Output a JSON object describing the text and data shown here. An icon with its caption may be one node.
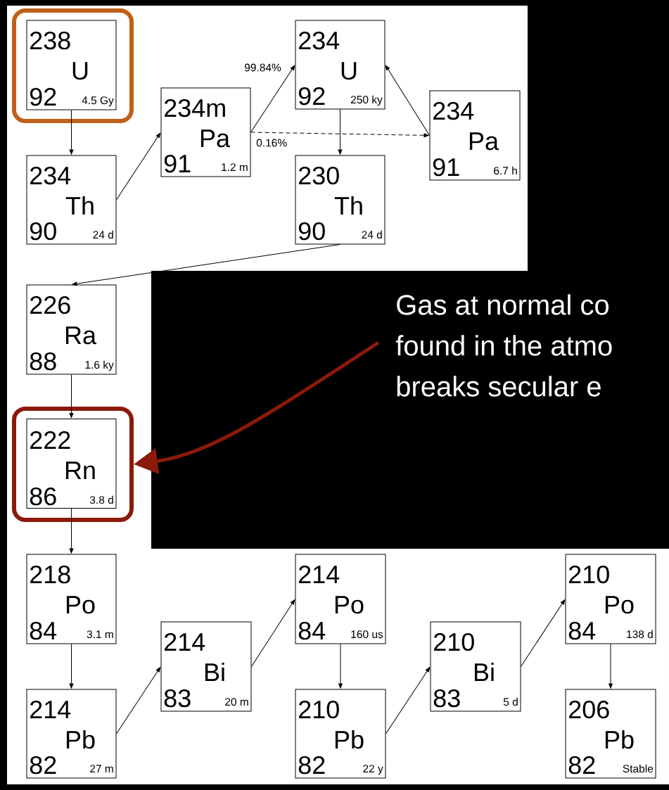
{
  "diagram": {
    "nodes": [
      {
        "text": [],
        "shape": "box"
      },
      {
        "text": [
          "238",
          "U",
          "92",
          "4.5 Gy"
        ],
        "in": 0
      },
      {
        "text": [
          "234",
          "Th",
          "90",
          "24 d"
        ]
      },
      {
        "text": [
          "234m",
          "Pa",
          "91",
          "1.2 m"
        ]
      },
      {
        "text": [
          "234",
          "U",
          "92",
          "250 ky"
        ]
      },
      {
        "text": [
          "234",
          "Pa",
          "91",
          "6.7 h"
        ]
      },
      {
        "text": [
          "230",
          "Th",
          "90",
          "24 d"
        ]
      },
      {
        "text": [
          "226",
          "Ra",
          "88",
          "1.6 ky"
        ]
      },
      {
        "text": [],
        "shape": "box"
      },
      {
        "text": [
          "222",
          "Rn",
          "86",
          "3.8 d"
        ],
        "in": 8
      },
      {
        "text": [
          "218",
          "Po",
          "84",
          "3.1 m"
        ]
      },
      {
        "text": [
          "214",
          "Pb",
          "82",
          "27 m"
        ]
      },
      {
        "text": [
          "214",
          "Bi",
          "83",
          "20 m"
        ]
      },
      {
        "text": [
          "214",
          "Po",
          "84",
          "160 us"
        ]
      },
      {
        "text": [
          "210",
          "Pb",
          "82",
          "22 y"
        ]
      },
      {
        "text": [
          "210",
          "Bi",
          "83",
          "5 d"
        ]
      },
      {
        "text": [
          "210",
          "Po",
          "84",
          "138 d"
        ]
      },
      {
        "text": [
          "206",
          "Pb",
          "82",
          "Stable"
        ]
      },
      {
        "text": [
          "Gas at normal co",
          "found in the atmo",
          "breaks secular e"
        ]
      }
    ],
    "edges": [
      {
        "from": 1,
        "to": 2,
        "arrow": "to"
      },
      {
        "from": 2,
        "to": 3,
        "arrow": "to"
      },
      {
        "from": 3,
        "to": 4,
        "arrow": "to",
        "label": "99.84%"
      },
      {
        "from": 3,
        "to": 5,
        "arrow": "to",
        "label": "0.16%",
        "style": "dashed"
      },
      {
        "from": 5,
        "to": 4,
        "arrow": "to"
      },
      {
        "from": 4,
        "to": 6,
        "arrow": "to"
      },
      {
        "from": 6,
        "to": 7,
        "arrow": "to"
      },
      {
        "from": 7,
        "to": 9,
        "arrow": "to"
      },
      {
        "from": 9,
        "to": 10,
        "arrow": "to"
      },
      {
        "from": 10,
        "to": 11,
        "arrow": "to"
      },
      {
        "from": 11,
        "to": 12,
        "arrow": "to"
      },
      {
        "from": 12,
        "to": 13,
        "arrow": "to"
      },
      {
        "from": 13,
        "to": 14,
        "arrow": "to"
      },
      {
        "from": 14,
        "to": 15,
        "arrow": "to"
      },
      {
        "from": 15,
        "to": 16,
        "arrow": "to"
      },
      {
        "from": 16,
        "to": 17,
        "arrow": "to"
      },
      {
        "from": 18,
        "to": 8,
        "arrow": "to",
        "style": "thick",
        "color": "#8b1a0a"
      }
    ]
  }
}
